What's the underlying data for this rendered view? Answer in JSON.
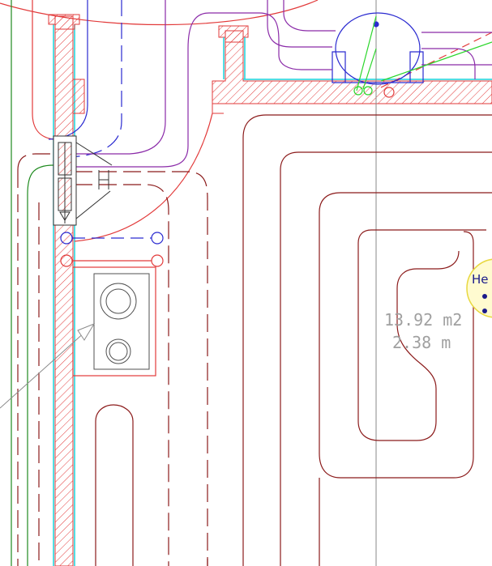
{
  "colors": {
    "background": "#ffffff",
    "wall_hatch": "#e23a3a",
    "wall_outline": "#e23a3a",
    "wall_inner_line": "#19d3dc",
    "heating_pipe_brown": "#8b1a1a",
    "pipe_red": "#e23a3a",
    "pipe_blue": "#2a2ad0",
    "pipe_purple": "#8a2aa8",
    "pipe_green": "#1e8a1e",
    "guide_green": "#2ad62a",
    "axis_gray": "#8a8a8a",
    "annotation_gray": "#a0a0a0",
    "manifold_box": "#303030",
    "label_circle_fill": "#fffbd0",
    "label_circle_stroke": "#e8d840"
  },
  "room": {
    "area_label": "13.92 m2",
    "length_label": "2.38   m"
  },
  "edge_label": {
    "text": "He"
  }
}
